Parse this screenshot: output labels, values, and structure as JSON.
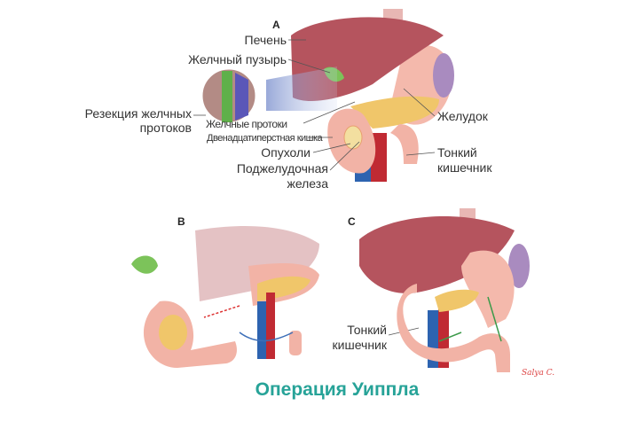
{
  "panels": {
    "a": "A",
    "b": "B",
    "c": "C"
  },
  "labels_a": {
    "liver": "Печень",
    "gallbladder": "Желчный пузырь",
    "bile_duct_resection_1": "Резекция желчных",
    "bile_duct_resection_2": "протоков",
    "bile_ducts": "Желчные протоки",
    "duodenum": "Двенадцатиперстная кишка",
    "tumors": "Опухоли",
    "pancreas_1": "Поджелудочная",
    "pancreas_2": "железа",
    "stomach": "Желудок",
    "small_intestine_1": "Тонкий",
    "small_intestine_2": "кишечник"
  },
  "labels_c": {
    "small_intestine_1": "Тонкий",
    "small_intestine_2": "кишечник"
  },
  "signature": "Salya C.",
  "title": "Операция Уиппла",
  "colors": {
    "title": "#27a398",
    "liver": "#b5545e",
    "stomach": "#f2b3a6",
    "pancreas": "#f0c66a",
    "gallbladder": "#7cc35a"
  }
}
